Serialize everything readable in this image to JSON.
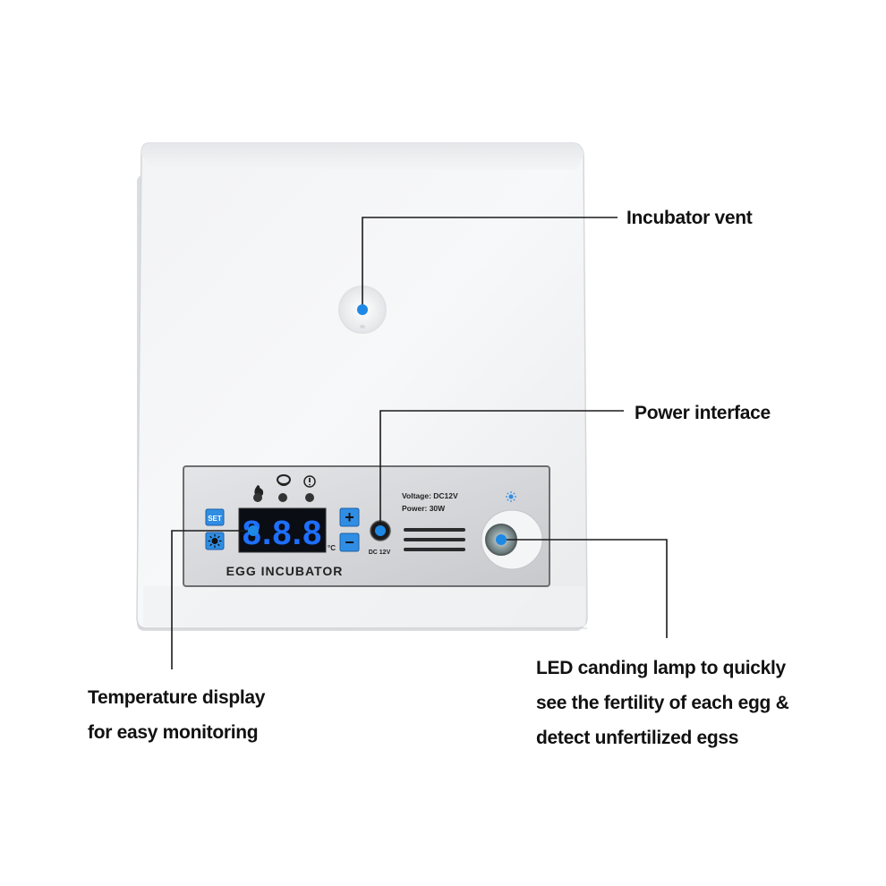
{
  "labels": {
    "vent": "Incubator vent",
    "power": "Power interface",
    "temp": [
      "Temperature display",
      "for easy monitoring"
    ],
    "lamp": [
      "LED canding lamp to quickly",
      "see the fertility of each egg &",
      "detect unfertilized egss"
    ]
  },
  "panel": {
    "title": "EGG INCUBATOR",
    "voltage": "Voltage: DC12V",
    "power": "Power: 30W",
    "display_digits": "8.8.8",
    "unit": "°C",
    "set_button": "SET",
    "plus_button": "+",
    "minus_button": "−",
    "jack_label": "DC 12V"
  },
  "colors": {
    "callout_line": "#1a1a1a",
    "callout_dot": "#1e88e5",
    "display_digits": "#1e6fff",
    "panel": "#d9dadd"
  },
  "icons": [
    "heater-flame-icon",
    "egg-turn-icon",
    "alarm-icon",
    "light-icon",
    "lamp-icon"
  ]
}
